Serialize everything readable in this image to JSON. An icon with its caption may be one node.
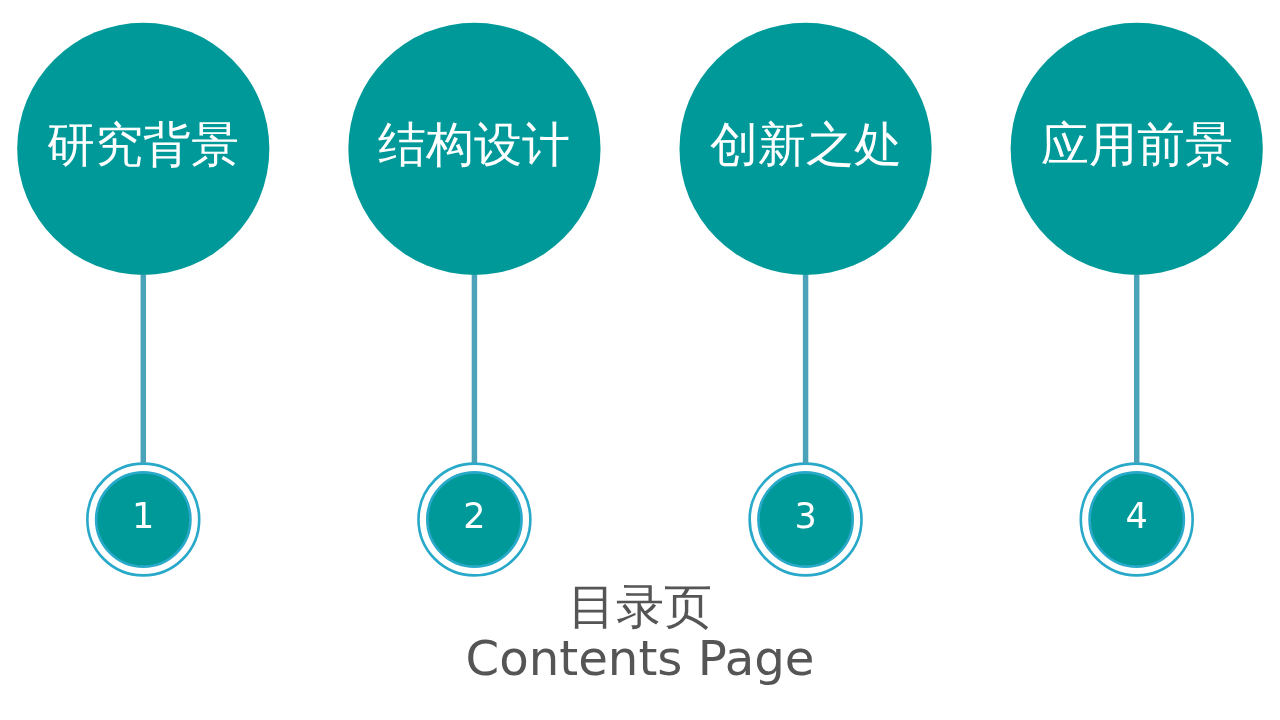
{
  "diagram": {
    "title": "目录页",
    "caption": "Contents Page",
    "nodes": [
      {
        "text": [
          "研究背景"
        ]
      },
      {
        "text": [
          "结构设计"
        ]
      },
      {
        "text": [
          "创新之处"
        ]
      },
      {
        "text": [
          "应用前景"
        ]
      },
      {
        "text": [
          "1"
        ]
      },
      {
        "text": [
          "2"
        ]
      },
      {
        "text": [
          "3"
        ]
      },
      {
        "text": [
          "4"
        ]
      }
    ],
    "edges": [
      {
        "from": 0,
        "to": 4,
        "arrow": "none"
      },
      {
        "from": 1,
        "to": 5,
        "arrow": "none"
      },
      {
        "from": 2,
        "to": 6,
        "arrow": "none"
      },
      {
        "from": 3,
        "to": 7,
        "arrow": "none"
      }
    ]
  }
}
